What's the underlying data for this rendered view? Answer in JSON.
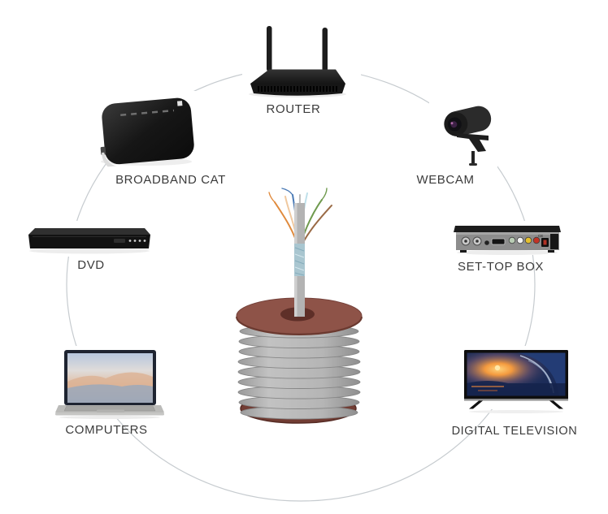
{
  "devices": [
    {
      "id": "router",
      "label": "ROUTER"
    },
    {
      "id": "broadband-cat",
      "label": "BROADBAND CAT"
    },
    {
      "id": "webcam",
      "label": "WEBCAM"
    },
    {
      "id": "dvd",
      "label": "DVD"
    },
    {
      "id": "set-top-box",
      "label": "SET-TOP BOX"
    },
    {
      "id": "computers",
      "label": "COMPUTERS"
    },
    {
      "id": "digital-television",
      "label": "DIGITAL TELEVISION"
    }
  ],
  "center_item": {
    "name": "lan-cable-spool",
    "spool_color": "#8e5348",
    "cable_color": "#b3b3b3",
    "wire_colors": [
      "#e08a3c",
      "#f0c9a0",
      "#4a7ab5",
      "#bfe0ea",
      "#6f9a4e",
      "#9a6a45"
    ]
  },
  "connection_ring_color": "#c6cbcf",
  "label_color": "#3b3b3b"
}
